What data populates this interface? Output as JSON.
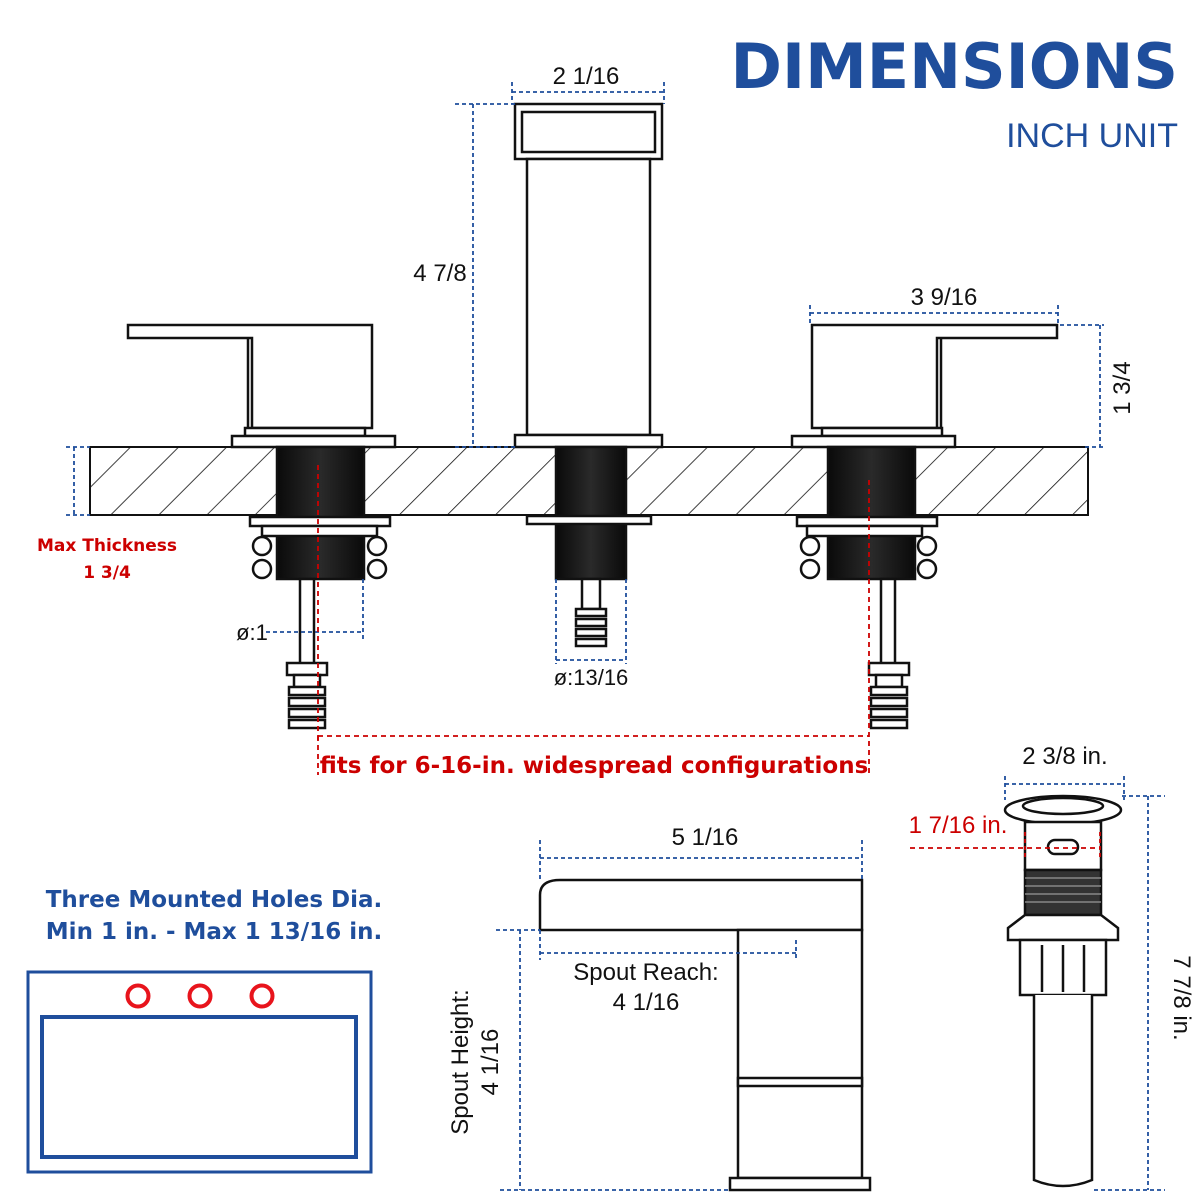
{
  "header": {
    "title": "DIMENSIONS",
    "unit": "INCH UNIT"
  },
  "faucet": {
    "spout_width": "2 1/16",
    "spout_height": "4 7/8",
    "handle_length": "3 9/16",
    "handle_height": "1 3/4",
    "max_thickness_label": "Max Thickness",
    "max_thickness_value": "1 3/4",
    "shank_dia_handle": "ø:1",
    "shank_dia_spout": "ø:13/16",
    "widespread_note": "fits for 6-16-in. widespread configurations"
  },
  "holes": {
    "line1": "Three Mounted Holes Dia.",
    "line2": "Min 1 in. - Max 1 13/16 in."
  },
  "spout_side": {
    "length": "5 1/16",
    "reach_label": "Spout Reach:",
    "reach_value": "4 1/16",
    "height_label": "Spout Height:",
    "height_value": "4 1/16"
  },
  "drain": {
    "top_width": "2 3/8 in.",
    "overflow_width": "1 7/16 in.",
    "height": "7 7/8 in."
  },
  "colors": {
    "title_blue": "#1f4e9c",
    "dimension_blue": "#1f4e9c",
    "note_red": "#cc0000",
    "hole_red": "#e8141c",
    "ink": "#111111"
  }
}
